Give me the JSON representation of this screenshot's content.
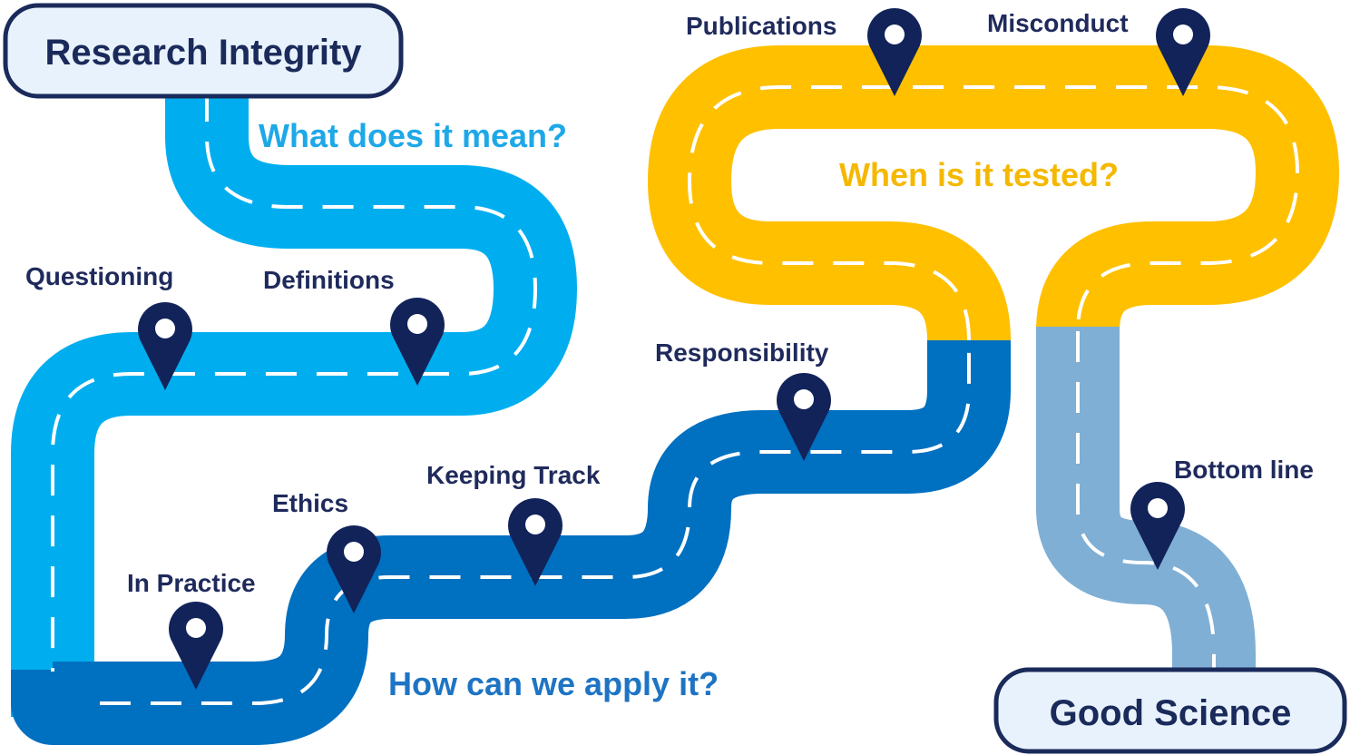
{
  "badges": {
    "start": "Research Integrity",
    "end": "Good Science"
  },
  "questions": {
    "mean": "What does it mean?",
    "tested": "When is it tested?",
    "apply": "How can we apply it?"
  },
  "pins": [
    "Questioning",
    "Definitions",
    "In Practice",
    "Ethics",
    "Keeping Track",
    "Responsibility",
    "Publications",
    "Misconduct",
    "Bottom line"
  ],
  "colors": {
    "road_light_blue": "#00aeef",
    "road_mid_blue": "#0070c0",
    "road_yellow": "#ffc000",
    "road_grey_blue": "#7fafd4",
    "pin_navy": "#12235a",
    "question_light_blue": "#1ea8e8",
    "question_mid_blue": "#1e74c4",
    "question_yellow": "#f5b800",
    "badge_fill": "#e8f2fc",
    "badge_border": "#1a2a5a"
  },
  "icons": [
    "map-pin-icon"
  ]
}
